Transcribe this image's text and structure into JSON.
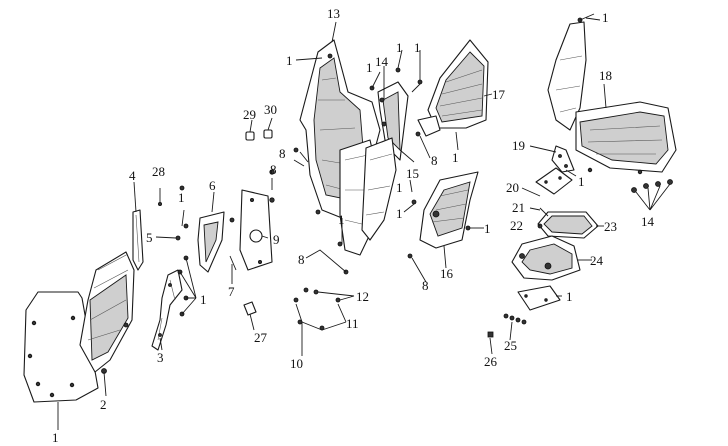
{
  "callouts": [
    {
      "id": "c1a",
      "text": "1"
    },
    {
      "id": "c1b",
      "text": "1"
    },
    {
      "id": "c1c",
      "text": "1"
    },
    {
      "id": "c1d",
      "text": "1"
    },
    {
      "id": "c1e",
      "text": "1"
    },
    {
      "id": "c1f",
      "text": "1"
    },
    {
      "id": "c1g",
      "text": "1"
    },
    {
      "id": "c1h",
      "text": "1"
    },
    {
      "id": "c1i",
      "text": "1"
    },
    {
      "id": "c1j",
      "text": "1"
    },
    {
      "id": "c1k",
      "text": "1"
    },
    {
      "id": "c1l",
      "text": "1"
    },
    {
      "id": "c1m",
      "text": "1"
    },
    {
      "id": "c1n",
      "text": "1"
    },
    {
      "id": "c1o",
      "text": "1"
    },
    {
      "id": "c2",
      "text": "2"
    },
    {
      "id": "c3",
      "text": "3"
    },
    {
      "id": "c4",
      "text": "4"
    },
    {
      "id": "c5",
      "text": "5"
    },
    {
      "id": "c6",
      "text": "6"
    },
    {
      "id": "c7",
      "text": "7"
    },
    {
      "id": "c8a",
      "text": "8"
    },
    {
      "id": "c8b",
      "text": "8"
    },
    {
      "id": "c8c",
      "text": "8"
    },
    {
      "id": "c8d",
      "text": "8"
    },
    {
      "id": "c8e",
      "text": "8"
    },
    {
      "id": "c9",
      "text": "9"
    },
    {
      "id": "c10",
      "text": "10"
    },
    {
      "id": "c11",
      "text": "11"
    },
    {
      "id": "c12",
      "text": "12"
    },
    {
      "id": "c13",
      "text": "13"
    },
    {
      "id": "c14a",
      "text": "14"
    },
    {
      "id": "c14b",
      "text": "14"
    },
    {
      "id": "c15",
      "text": "15"
    },
    {
      "id": "c16",
      "text": "16"
    },
    {
      "id": "c17",
      "text": "17"
    },
    {
      "id": "c18",
      "text": "18"
    },
    {
      "id": "c19",
      "text": "19"
    },
    {
      "id": "c20",
      "text": "20"
    },
    {
      "id": "c21",
      "text": "21"
    },
    {
      "id": "c22",
      "text": "22"
    },
    {
      "id": "c23",
      "text": "23"
    },
    {
      "id": "c24",
      "text": "24"
    },
    {
      "id": "c25",
      "text": "25"
    },
    {
      "id": "c26",
      "text": "26"
    },
    {
      "id": "c27",
      "text": "27"
    },
    {
      "id": "c28",
      "text": "28"
    },
    {
      "id": "c29",
      "text": "29"
    },
    {
      "id": "c30",
      "text": "30"
    }
  ]
}
